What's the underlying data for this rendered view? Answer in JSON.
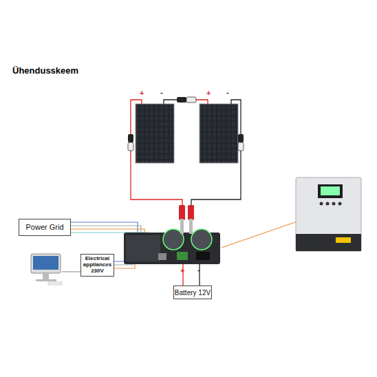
{
  "diagram": {
    "title": "Ühendusskeem",
    "nodes": [
      {
        "text": [
          "Power Grid"
        ]
      },
      {
        "text": [
          "Electrical appliances 230V"
        ]
      },
      {
        "text": [
          "Battery 12V"
        ]
      }
    ],
    "labels": [
      "+",
      "-",
      "+",
      "-",
      "+",
      "-"
    ]
  }
}
